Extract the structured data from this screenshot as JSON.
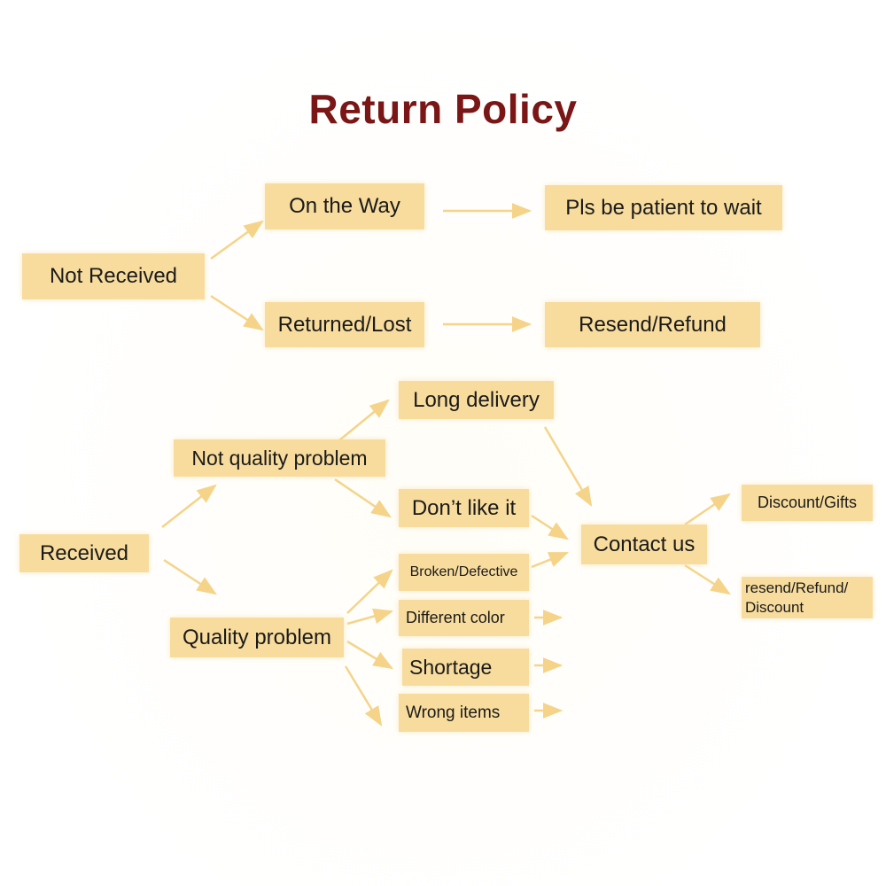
{
  "title": "Return Policy",
  "colors": {
    "title": "#7a1616",
    "box_fill": "#f8dc9d",
    "arrow": "#f5d48a"
  },
  "nodes": {
    "not_received": "Not Received",
    "on_the_way": "On the Way",
    "be_patient": "Pls be patient to wait",
    "returned_lost": "Returned/Lost",
    "resend_refund": "Resend/Refund",
    "received": "Received",
    "not_quality_problem": "Not quality problem",
    "long_delivery": "Long delivery",
    "dont_like_it": "Don’t like it",
    "contact_us": "Contact us",
    "discount_gifts": "Discount/Gifts",
    "resend_refund_discount_line1": "resend/Refund/",
    "resend_refund_discount_line2": "Discount",
    "quality_problem": "Quality problem",
    "broken_defective": "Broken/Defective",
    "different_color": "Different color",
    "shortage": "Shortage",
    "wrong_items": "Wrong items"
  }
}
